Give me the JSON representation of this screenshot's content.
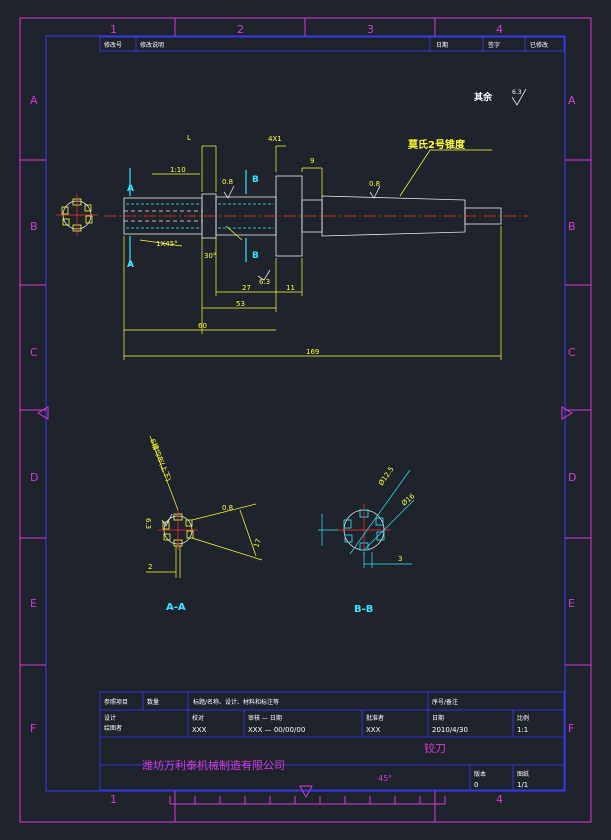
{
  "zones": {
    "cols_top": [
      "1",
      "2",
      "3",
      "4"
    ],
    "cols_bottom": [
      "1",
      "4"
    ],
    "rows_left": [
      "A",
      "B",
      "C",
      "D",
      "E",
      "F"
    ],
    "rows_right": [
      "A",
      "B",
      "C",
      "D",
      "E",
      "F"
    ]
  },
  "revision_header": {
    "c1": "修改号",
    "c2": "修改说明",
    "c3": "日期",
    "c4": "签字",
    "c5": "已修改"
  },
  "surface_note": {
    "label": "其余",
    "value": "6.3"
  },
  "main_view": {
    "section_a": "A",
    "section_b": "B",
    "dim_L": "L",
    "dim_4x1": "4X1",
    "dim_9": "9",
    "morse": "莫氏2号锥度",
    "rough_08_1": "0.8",
    "rough_08_2": "0.8",
    "rough_63": "6.3",
    "chamfer": "1X45°",
    "angle_30": "30°",
    "angle_110": "1:10",
    "dim_27": "27",
    "dim_11": "11",
    "dim_53": "53",
    "dim_60": "60",
    "dim_total": "169"
  },
  "section_views": {
    "aa_label": "A-A",
    "bb_label": "B-B",
    "aa_note": "6槽均布(上下)",
    "aa_rough_1": "6.3",
    "aa_rough_2": "0.8",
    "aa_dim_2": "2",
    "aa_dim_17": "17",
    "bb_dim_1": "Ø12.5",
    "bb_dim_2": "Ø16",
    "bb_dim_3": "3"
  },
  "title_block": {
    "ref_project": "参照项目",
    "qty": "数量",
    "std_note": "标题/名称、设计、材料和标注等",
    "serial": "序号/备注",
    "designer_label": "设计",
    "designer_sub": "绘图者",
    "check_label": "校对",
    "check_value": "XXX",
    "review_label": "审核 — 日期",
    "review_value": "XXX — 00/00/00",
    "approve_label": "批准者",
    "approve_value": "XXX",
    "date_label": "日期",
    "date_value": "2010/4/30",
    "scale_label": "比例",
    "scale_value": "1:1",
    "part_name": "铰刀",
    "company": "潍坊万利泰机械制造有限公司",
    "angle_note": "45°",
    "sheet_label": "版本",
    "sheet_value": "0",
    "page_label": "图纸",
    "page_value": "1/1"
  },
  "colors": {
    "background": "#1f232b",
    "frame": "#3a3aff",
    "zone_marks": "#d43ad8",
    "dimension": "#ffff33",
    "outline": "#e8e8e8",
    "section_mark": "#33e6ff",
    "center_line": "#ff3030"
  }
}
